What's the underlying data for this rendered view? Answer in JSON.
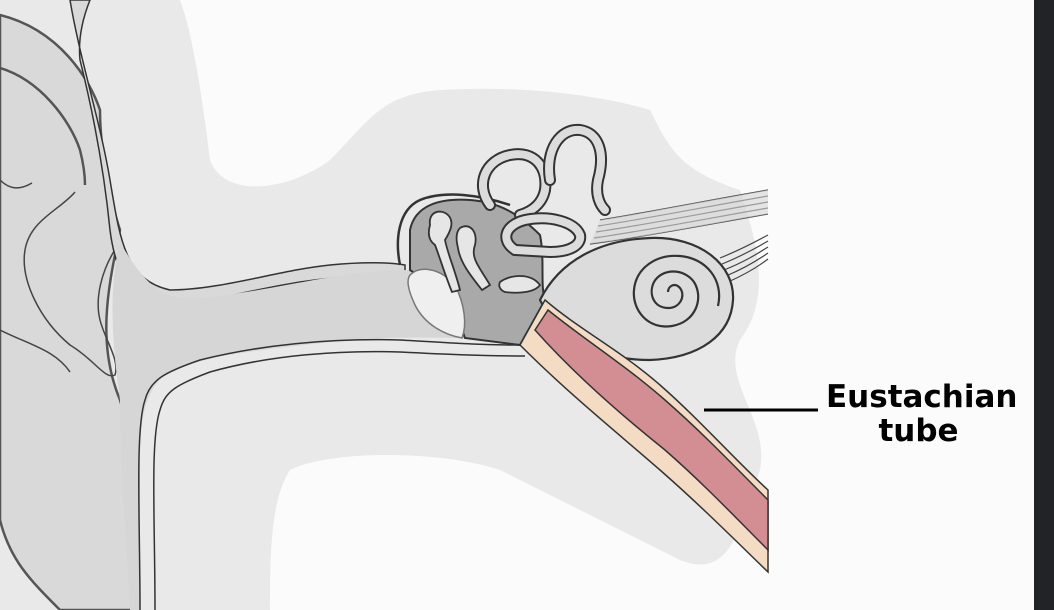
{
  "diagram": {
    "subject": "Ear anatomy cross-section",
    "labels": [
      {
        "id": "eustachian-tube",
        "line1": "Eustachian",
        "line2": "tube"
      }
    ]
  },
  "colors": {
    "background": "#fbfbfb",
    "head_tissue": "#e9e9e9",
    "ear_fill": "#d9d9d9",
    "canal_fill": "#d6d6d6",
    "middle_ear_cavity": "#a9a9a9",
    "inner_ear": "#dcdcdc",
    "tube_inner": "#d38e93",
    "tube_outer": "#f4dcc4",
    "outline": "#3a3a3a",
    "label_text": "#000000",
    "right_strip": "#222326"
  }
}
